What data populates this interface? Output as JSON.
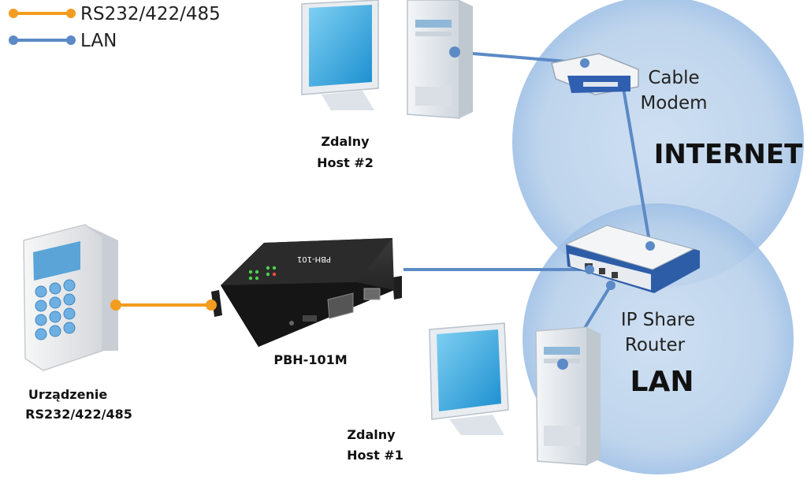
{
  "legend": {
    "serial_label": "RS232/422/485",
    "lan_label": "LAN"
  },
  "colors": {
    "serial_line": "#f39c1f",
    "lan_line": "#5b8ac6",
    "cloud_fill": "#bcd3ec"
  },
  "nodes": {
    "host2": {
      "line1": "Zdalny",
      "line2": "Host #2"
    },
    "host1": {
      "line1": "Zdalny",
      "line2": "Host #1"
    },
    "cable_modem": {
      "line1": "Cable",
      "line2": "Modem"
    },
    "router": {
      "line1": "IP Share",
      "line2": "Router"
    },
    "converter": {
      "label": "PBH-101M",
      "front_text": "PBH-101"
    },
    "serial_device": {
      "line1": "Urządzenie",
      "line2": "RS232/422/485"
    }
  },
  "zones": {
    "internet": "INTERNET",
    "lan": "LAN"
  }
}
